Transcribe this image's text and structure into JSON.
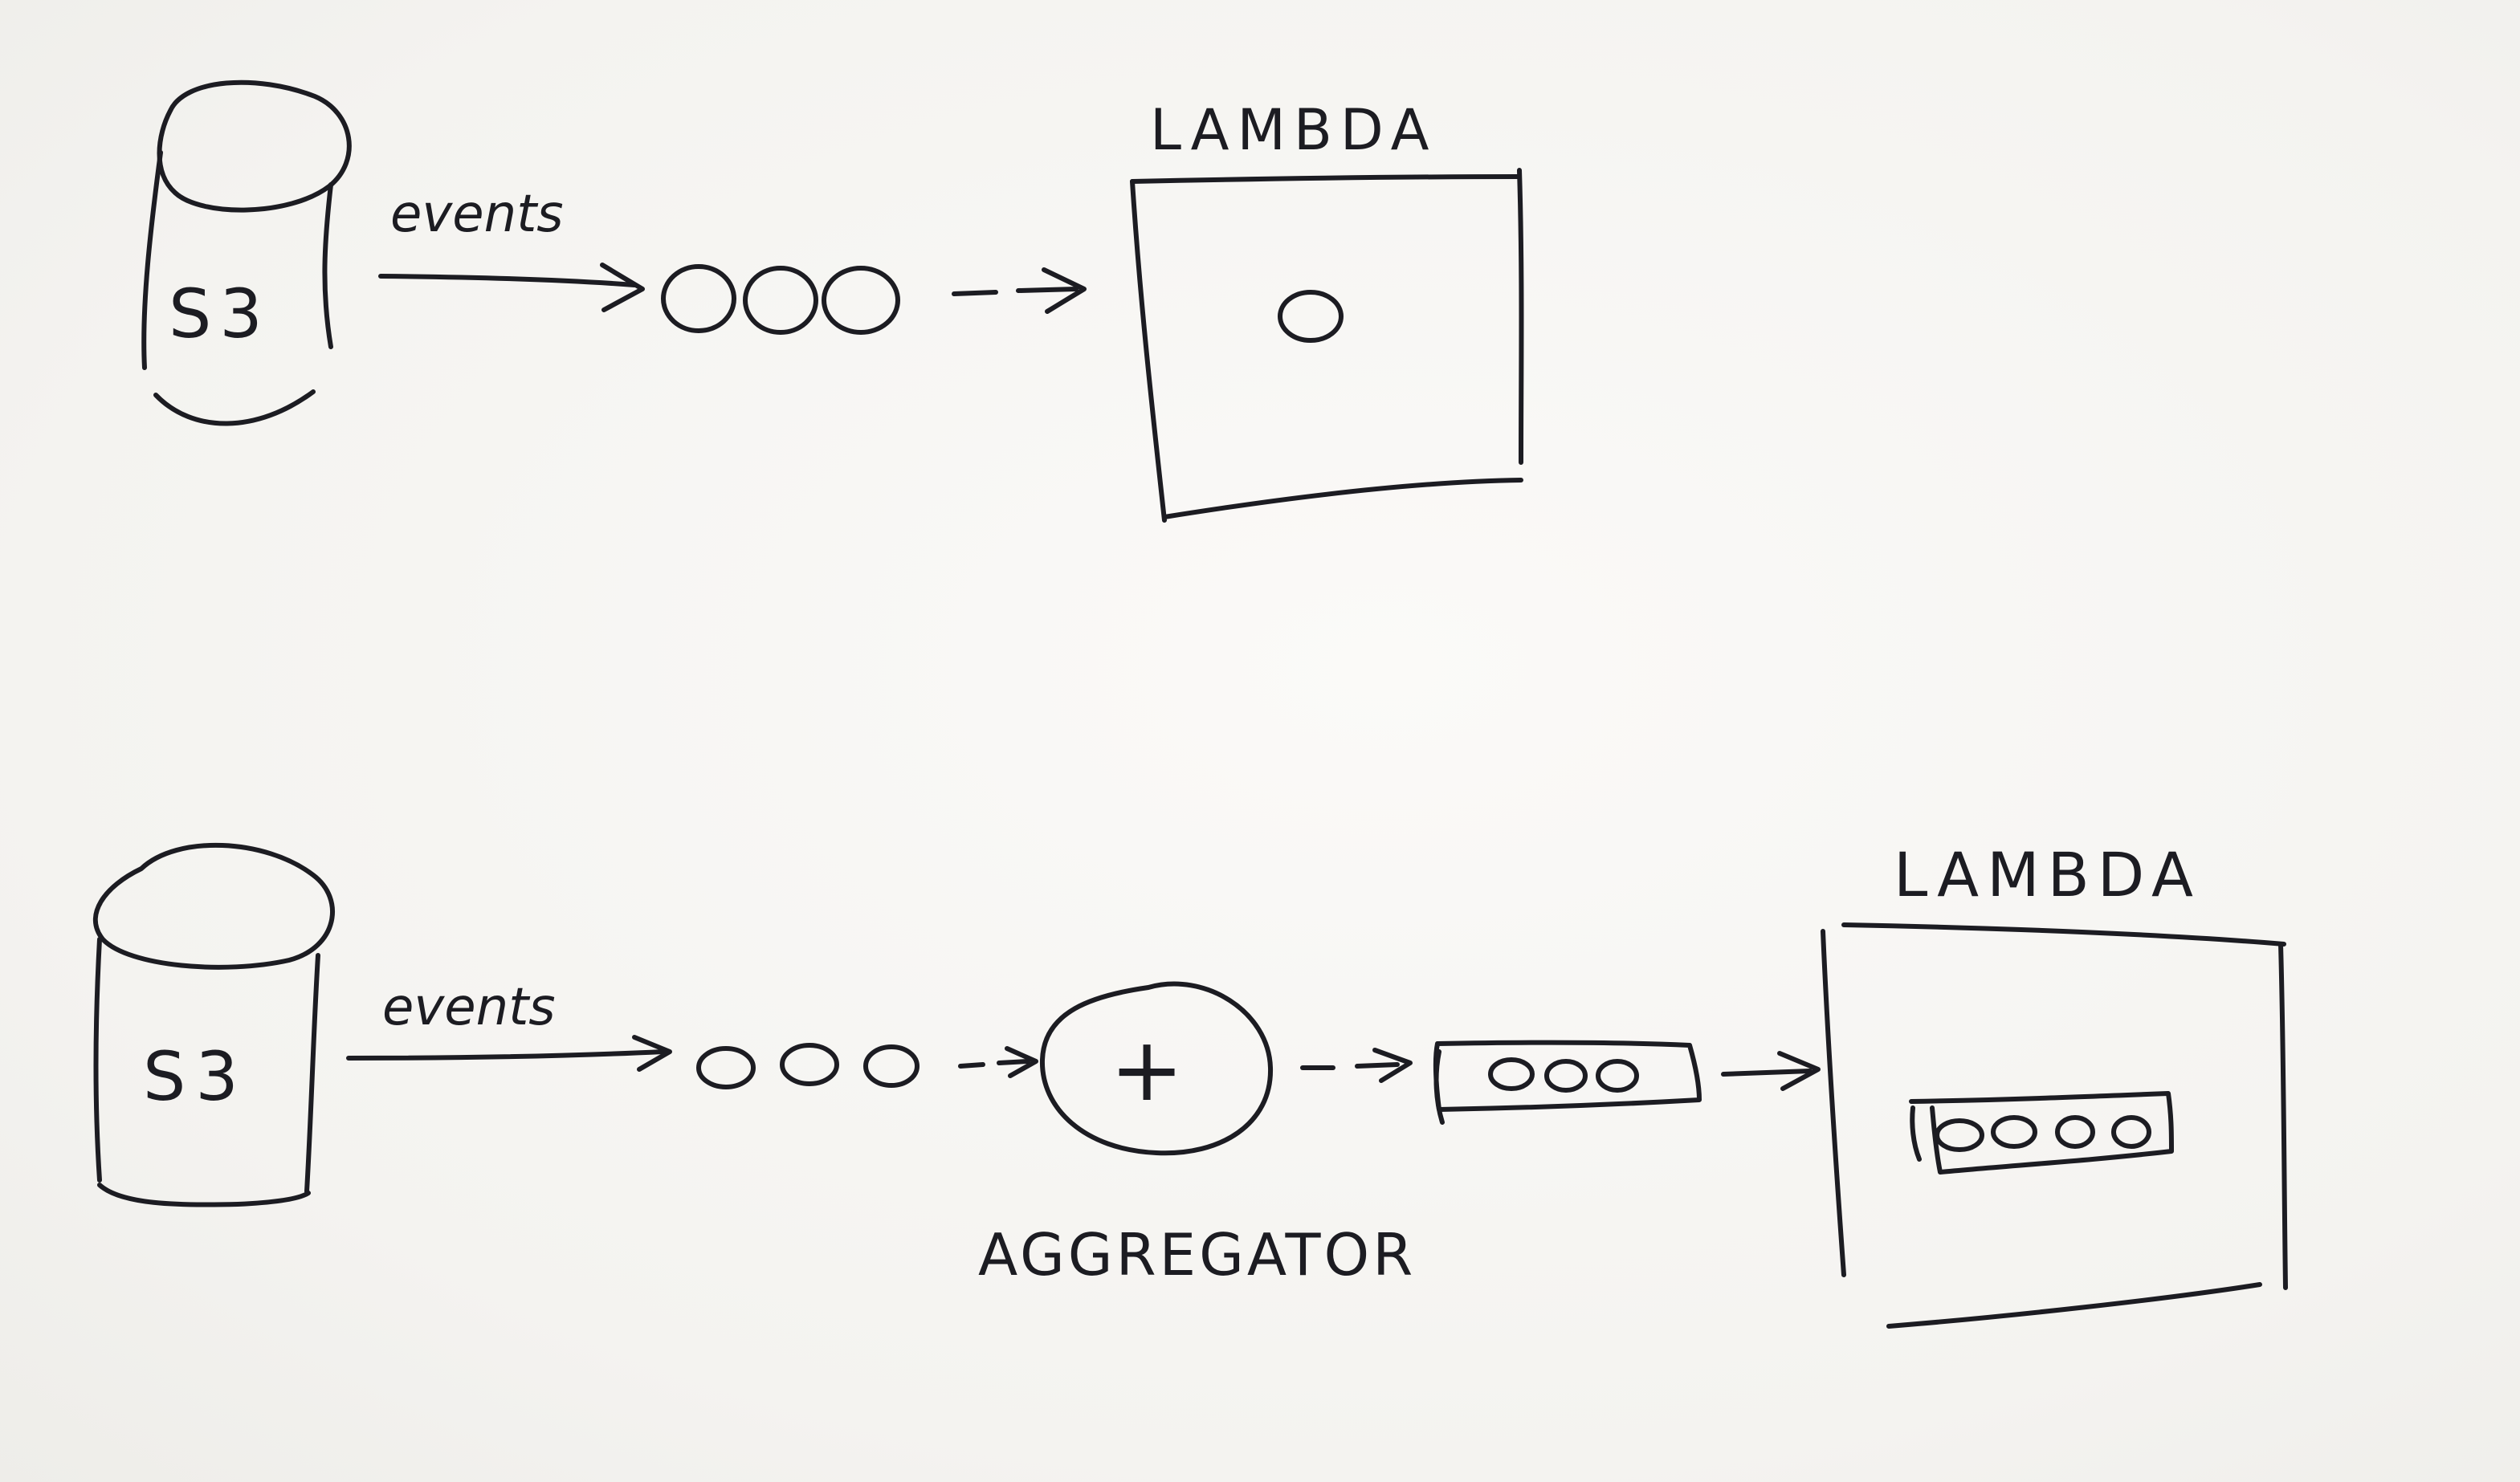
{
  "diagram": {
    "top": {
      "storage": "S3",
      "edge_label": "events",
      "target": "LAMBDA"
    },
    "bottom": {
      "storage": "S3",
      "edge_label": "events",
      "combiner_symbol": "+",
      "combiner_label": "AGGREGATOR",
      "target": "LAMBDA"
    }
  }
}
